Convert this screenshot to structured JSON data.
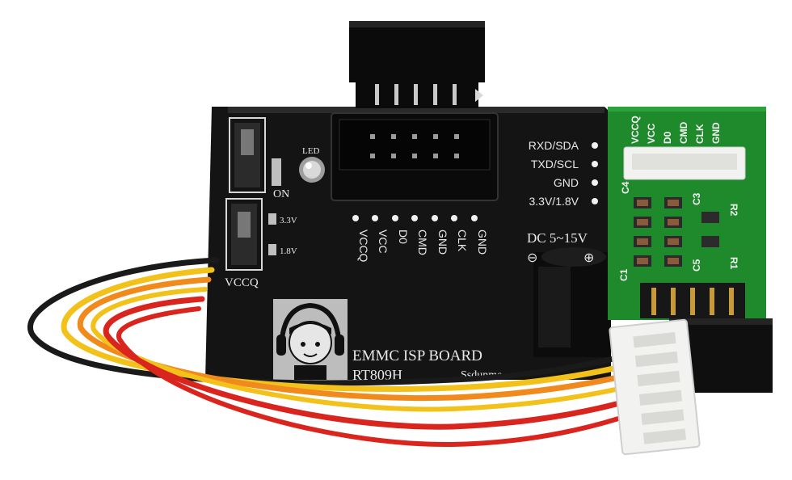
{
  "board": {
    "title": "EMMC ISP BOARD",
    "model": "RT809H",
    "partial_text": "Ssdunme",
    "power": "DC 5~15V",
    "switch_on": "ON",
    "switch_vccq": "VCCQ",
    "v33": "3.3V",
    "v18": "1.8V",
    "led": "LED",
    "right_pins": [
      "RXD/SDA",
      "TXD/SCL",
      "GND",
      "3.3V/1.8V"
    ],
    "bottom_pins": [
      "VCCQ",
      "VCC",
      "D0",
      "CMD",
      "GND",
      "CLK",
      "GND"
    ]
  },
  "adapter": {
    "pins": [
      "VCCQ",
      "VCC",
      "D0",
      "CMD",
      "CLK",
      "GND"
    ],
    "refs": [
      "C4",
      "C3",
      "R2",
      "C1",
      "C5",
      "R1"
    ]
  },
  "colors": {
    "pcb_black": "#141414",
    "pcb_green": "#1f8a2c",
    "connector_white": "#f2f2f0",
    "wire_black": "#1a1a1a",
    "wire_yellow": "#f2c21a",
    "wire_orange": "#f08a1c",
    "wire_red": "#d9251e"
  }
}
